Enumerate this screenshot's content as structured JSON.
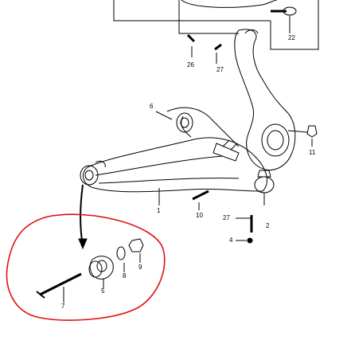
{
  "diagram": {
    "callouts": [
      {
        "id": "c22",
        "text": "22"
      },
      {
        "id": "c26",
        "text": "26"
      },
      {
        "id": "c27a",
        "text": "27"
      },
      {
        "id": "c6",
        "text": "6"
      },
      {
        "id": "c11",
        "text": "11"
      },
      {
        "id": "c1",
        "text": "1"
      },
      {
        "id": "c10",
        "text": "10"
      },
      {
        "id": "c27b",
        "text": "27"
      },
      {
        "id": "c2",
        "text": "2"
      },
      {
        "id": "c4",
        "text": "4"
      },
      {
        "id": "c9",
        "text": "9"
      },
      {
        "id": "c8",
        "text": "8"
      },
      {
        "id": "c5",
        "text": "5"
      },
      {
        "id": "c7",
        "text": "7"
      }
    ],
    "colors": {
      "line": "#000000",
      "highlight_circle": "#e01010",
      "fill": "#ffffff"
    }
  }
}
